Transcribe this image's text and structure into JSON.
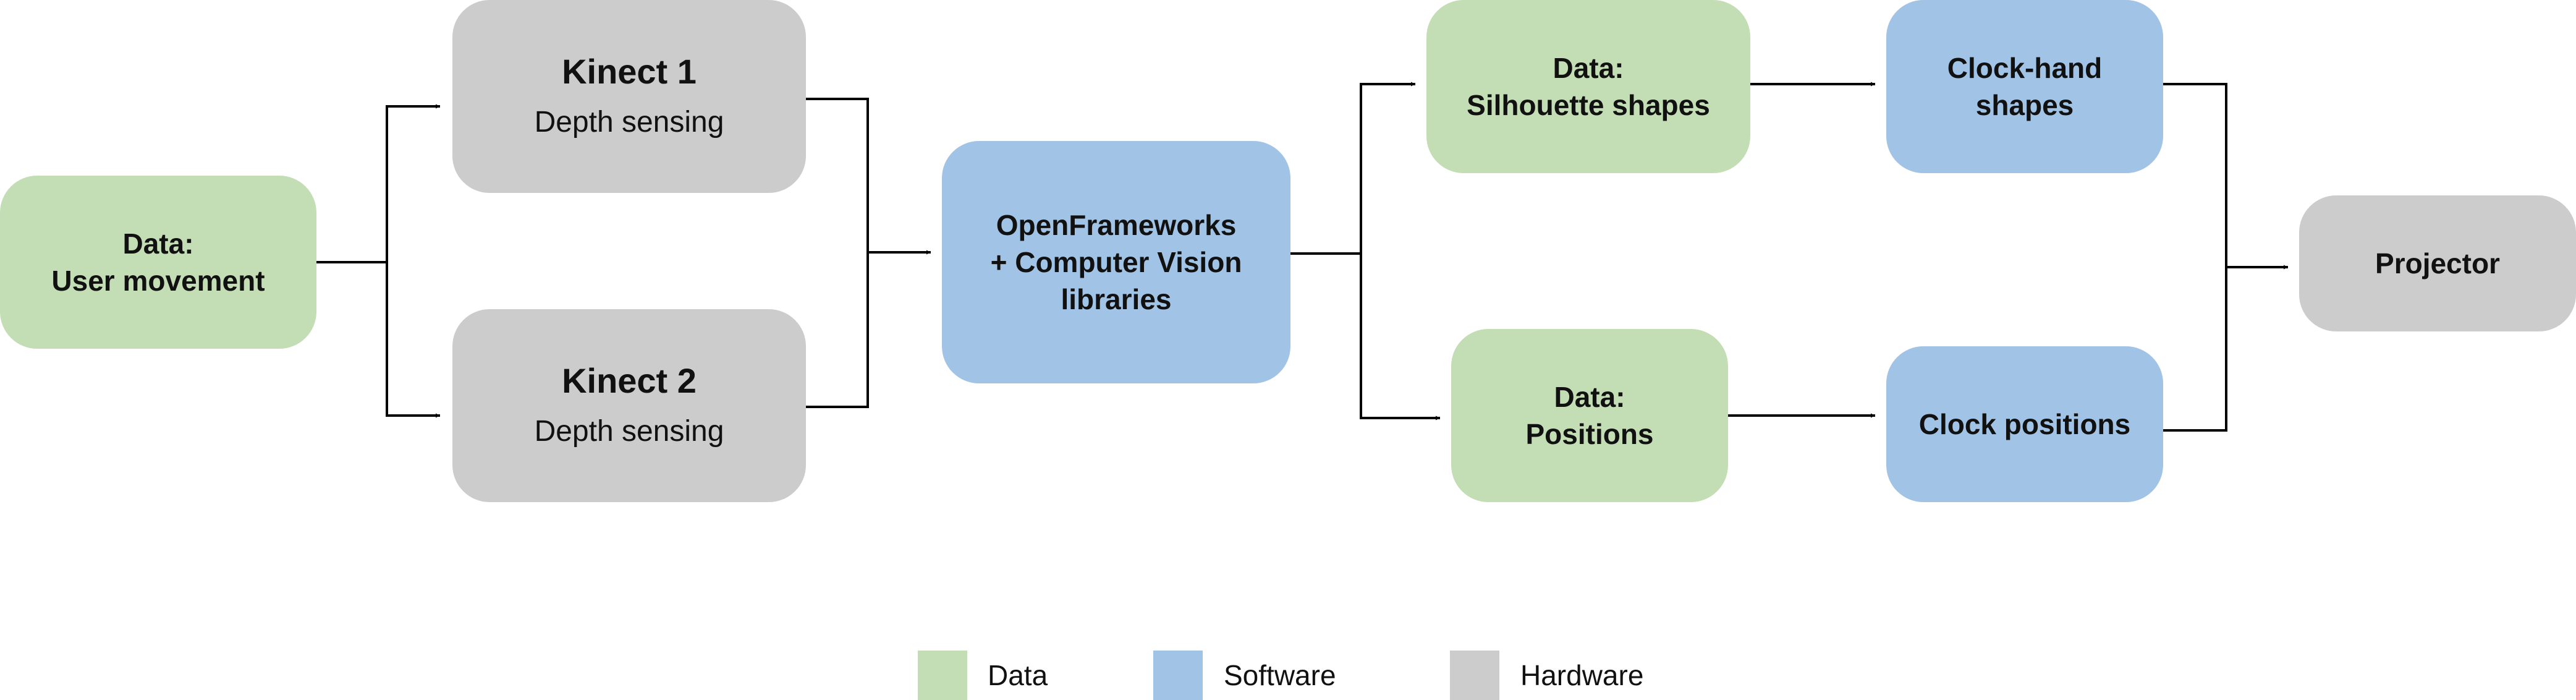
{
  "colors": {
    "data": "#c3deb5",
    "software": "#a1c3e5",
    "hardware": "#cccccc",
    "connector": "#000000"
  },
  "nodes": {
    "user_movement": {
      "lines": [
        "Data:",
        "User movement"
      ],
      "category": "data"
    },
    "kinect_1": {
      "title": "Kinect 1",
      "subtitle": "Depth sensing",
      "category": "hardware"
    },
    "kinect_2": {
      "title": "Kinect 2",
      "subtitle": "Depth sensing",
      "category": "hardware"
    },
    "openframeworks": {
      "lines": [
        "OpenFrameworks",
        "+ Computer Vision",
        "libraries"
      ],
      "category": "software"
    },
    "silhouette_shapes": {
      "lines": [
        "Data:",
        "Silhouette shapes"
      ],
      "category": "data"
    },
    "positions": {
      "lines": [
        "Data:",
        "Positions"
      ],
      "category": "data"
    },
    "clock_hand_shapes": {
      "lines": [
        "Clock-hand",
        "shapes"
      ],
      "category": "software"
    },
    "clock_positions": {
      "lines": [
        "Clock positions"
      ],
      "category": "software"
    },
    "projector": {
      "lines": [
        "Projector"
      ],
      "category": "hardware"
    }
  },
  "edges": [
    {
      "from": "user_movement",
      "to": "kinect_1"
    },
    {
      "from": "user_movement",
      "to": "kinect_2"
    },
    {
      "from": "kinect_1",
      "to": "openframeworks"
    },
    {
      "from": "kinect_2",
      "to": "openframeworks"
    },
    {
      "from": "openframeworks",
      "to": "silhouette_shapes"
    },
    {
      "from": "openframeworks",
      "to": "positions"
    },
    {
      "from": "silhouette_shapes",
      "to": "clock_hand_shapes"
    },
    {
      "from": "positions",
      "to": "clock_positions"
    },
    {
      "from": "clock_hand_shapes",
      "to": "projector"
    },
    {
      "from": "clock_positions",
      "to": "projector"
    }
  ],
  "legend": [
    {
      "label": "Data",
      "category": "data"
    },
    {
      "label": "Software",
      "category": "software"
    },
    {
      "label": "Hardware",
      "category": "hardware"
    }
  ]
}
